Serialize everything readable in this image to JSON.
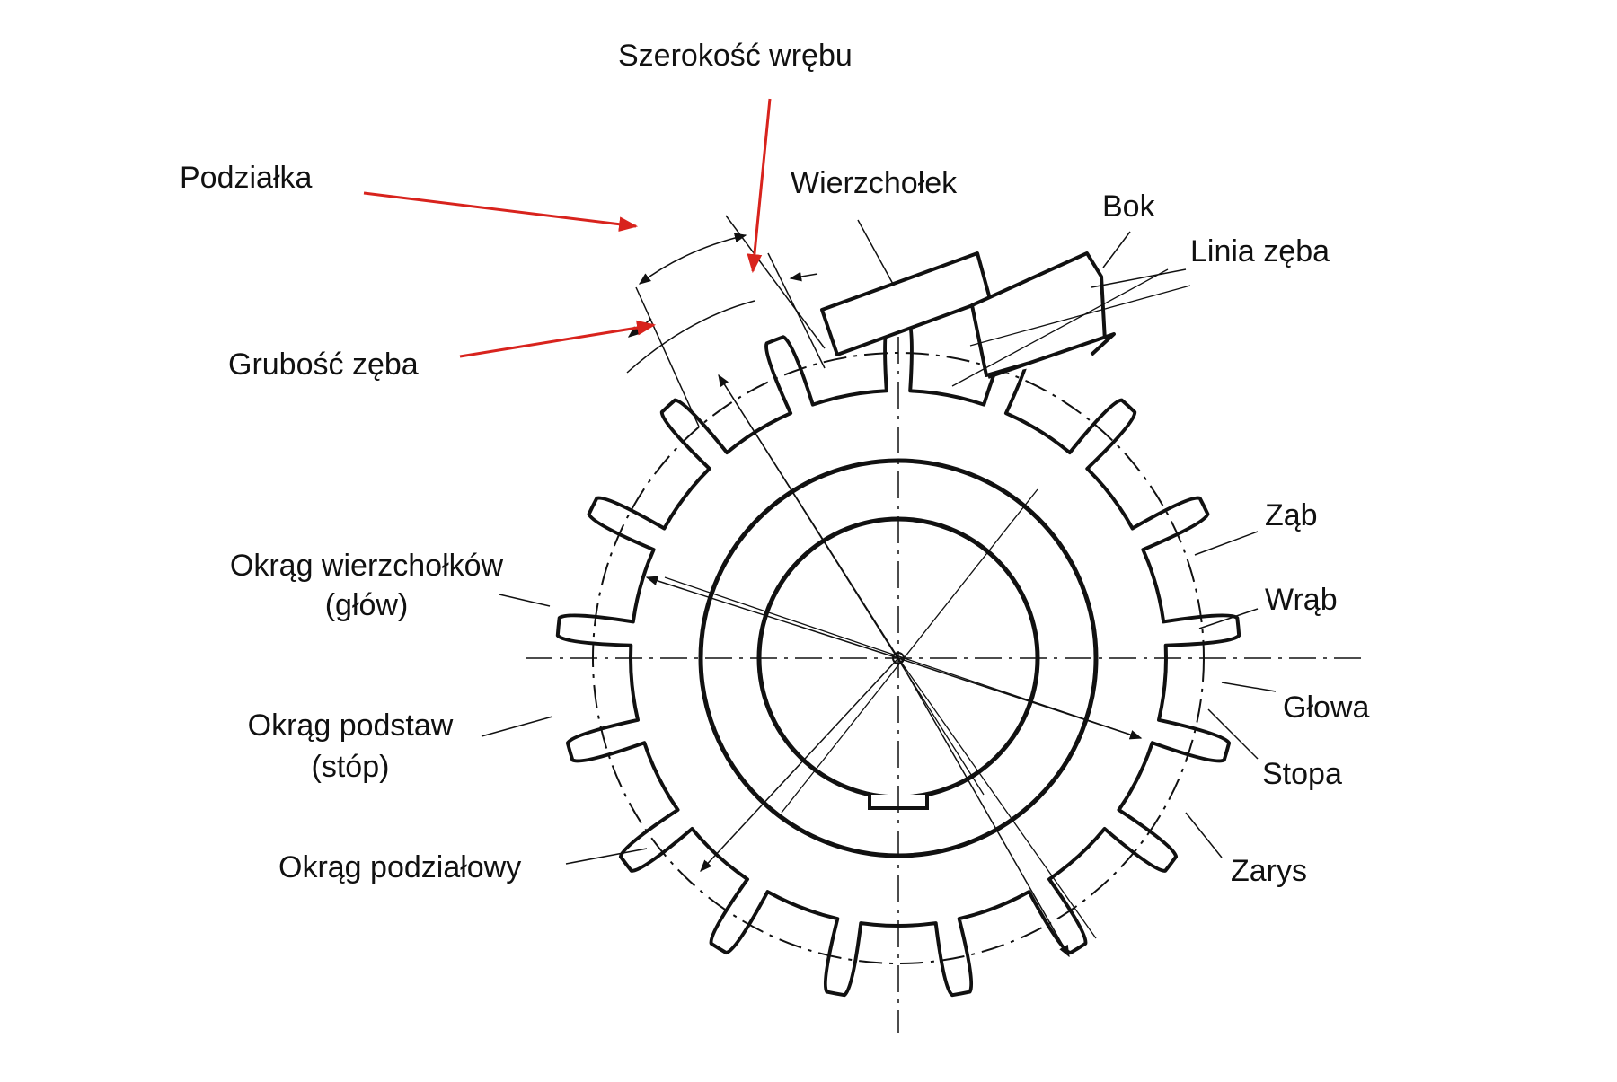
{
  "diagram": {
    "labels": {
      "szerokosc_wrebu": "Szerokość wrębu",
      "podzialka": "Podziałka",
      "wierzcholek": "Wierzchołek",
      "bok": "Bok",
      "linia_zeba": "Linia zęba",
      "grubosc_zeba": "Grubość zęba",
      "zab": "Ząb",
      "wrab": "Wrąb",
      "okrag_wierzcholkow_1": "Okrąg wierzchołków",
      "okrag_wierzcholkow_2": "(głów)",
      "glowa": "Głowa",
      "okrag_podstaw_1": "Okrąg podstaw",
      "okrag_podstaw_2": "(stóp)",
      "stopa": "Stopa",
      "okrag_podzialowy": "Okrąg podziałowy",
      "zarys": "Zarys"
    },
    "gear": {
      "teeth": 17
    },
    "colors": {
      "ink": "#111111",
      "accent": "#d8231d"
    }
  }
}
